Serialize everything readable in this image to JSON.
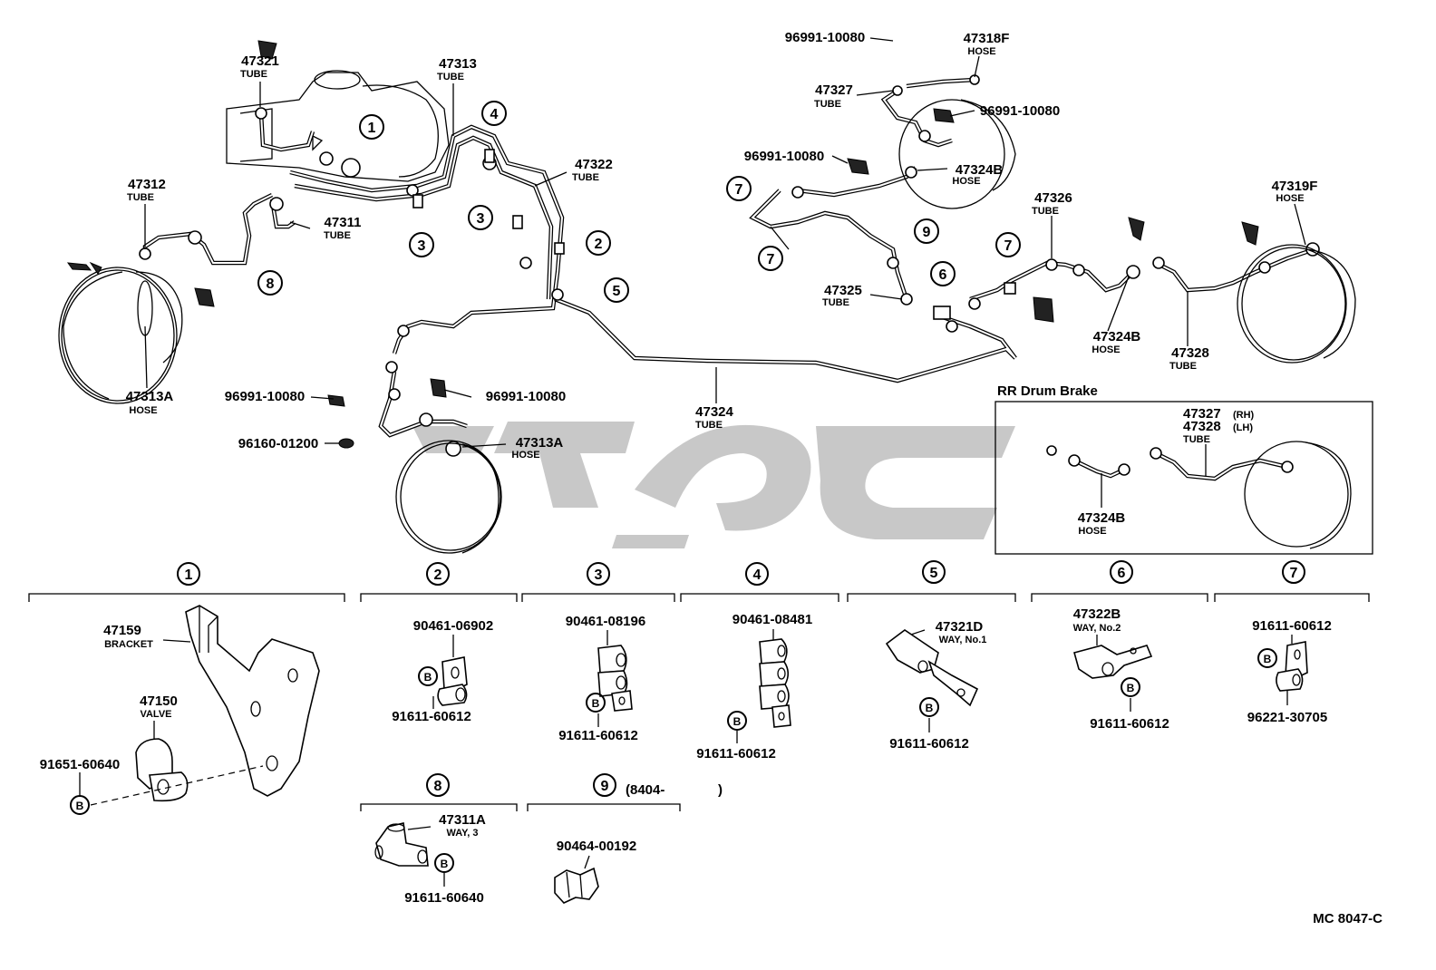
{
  "diagram_code": "MC 8047-C",
  "labels": {
    "p47321": {
      "pn": "47321",
      "sub": "TUBE"
    },
    "p47313": {
      "pn": "47313",
      "sub": "TUBE"
    },
    "p47312": {
      "pn": "47312",
      "sub": "TUBE"
    },
    "p47311": {
      "pn": "47311",
      "sub": "TUBE"
    },
    "p47322": {
      "pn": "47322",
      "sub": "TUBE"
    },
    "p47313A_l": {
      "pn": "47313A",
      "sub": "HOSE"
    },
    "p47313A_c": {
      "pn": "47313A",
      "sub": "HOSE"
    },
    "p47324": {
      "pn": "47324",
      "sub": "TUBE"
    },
    "p47318F": {
      "pn": "47318F",
      "sub": "HOSE"
    },
    "p47327": {
      "pn": "47327",
      "sub": "TUBE"
    },
    "p47324B_t": {
      "pn": "47324B",
      "sub": "HOSE"
    },
    "p47326": {
      "pn": "47326",
      "sub": "TUBE"
    },
    "p47319F": {
      "pn": "47319F",
      "sub": "HOSE"
    },
    "p47325": {
      "pn": "47325",
      "sub": "TUBE"
    },
    "p47324B_m": {
      "pn": "47324B",
      "sub": "HOSE"
    },
    "p47328": {
      "pn": "47328",
      "sub": "TUBE"
    },
    "clip_a": "96991-10080",
    "clip_b": "96991-10080",
    "clip_c": "96991-10080",
    "clip_d": "96991-10080",
    "clip_e": "96991-10080",
    "washer": "96160-01200"
  },
  "rr_box": {
    "title": "RR Drum Brake",
    "tube_rh": "47327",
    "rh": "(RH)",
    "tube_lh": "47328",
    "lh": "(LH)",
    "tube_sub": "TUBE",
    "hose_pn": "47324B",
    "hose_sub": "HOSE"
  },
  "callouts": [
    "1",
    "2",
    "3",
    "4",
    "5",
    "6",
    "7",
    "8",
    "9"
  ],
  "details": {
    "d1": {
      "bracket_pn": "47159",
      "bracket_sub": "BRACKET",
      "valve_pn": "47150",
      "valve_sub": "VALVE",
      "bolt": "91651-60640"
    },
    "d2": {
      "clamp": "90461-06902",
      "bolt": "91611-60612"
    },
    "d3": {
      "clamp": "90461-08196",
      "bolt": "91611-60612"
    },
    "d4": {
      "clamp": "90461-08481",
      "bolt": "91611-60612"
    },
    "d5": {
      "way_pn": "47321D",
      "way_sub": "WAY, No.1",
      "bolt": "91611-60612"
    },
    "d6": {
      "way_pn": "47322B",
      "way_sub": "WAY, No.2",
      "bolt": "91611-60612"
    },
    "d7": {
      "bolt": "91611-60612",
      "nut": "96221-30705"
    },
    "d8": {
      "way_pn": "47311A",
      "way_sub": "WAY, 3",
      "bolt": "91611-60640"
    },
    "d9": {
      "range": "(8404-",
      "range_end": ")",
      "clip": "90464-00192"
    }
  },
  "bolt_symbol": "B",
  "watermark": "تویوتا"
}
